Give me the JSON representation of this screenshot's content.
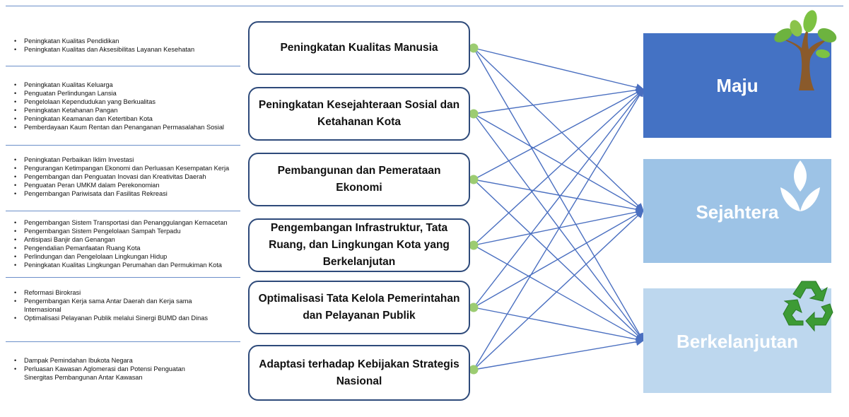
{
  "groups": [
    {
      "items": [
        "Peningkatan Kualitas Pendidikan",
        "Peningkatan Kualitas dan Aksesibilitas Layanan Kesehatan"
      ]
    },
    {
      "items": [
        "Peningkatan Kualitas Keluarga",
        "Penguatan Perlindungan Lansia",
        "Pengelolaan Kependudukan yang Berkualitas",
        "Peningkatan Ketahanan Pangan",
        "Peningkatan Keamanan dan Ketertiban Kota",
        "Pemberdayaan Kaum Rentan dan Penanganan Permasalahan Sosial"
      ]
    },
    {
      "items": [
        "Peningkatan Perbaikan Iklim Investasi",
        "Pengurangan Ketimpangan Ekonomi dan Perluasan Kesempatan Kerja",
        "Pengembangan dan Penguatan Inovasi dan Kreativitas Daerah",
        "Penguatan Peran UMKM dalam Perekonomian",
        "Pengembangan Pariwisata dan Fasilitas Rekreasi"
      ]
    },
    {
      "items": [
        "Pengembangan Sistem Transportasi dan Penanggulangan Kemacetan",
        "Pengembangan Sistem Pengelolaan Sampah Terpadu",
        "Antisipasi Banjir dan Genangan",
        "Pengendalian Pemanfaatan Ruang Kota",
        "Perlindungan dan Pengelolaan Lingkungan Hidup",
        "Peningkatan Kualitas Lingkungan Perumahan dan Permukiman Kota"
      ]
    },
    {
      "items": [
        "Reformasi Birokrasi",
        "Pengembangan Kerja sama Antar Daerah dan Kerja sama Internasional",
        "Optimalisasi Pelayanan Publik melalui Sinergi BUMD dan Dinas"
      ]
    },
    {
      "items": [
        "Dampak Pemindahan Ibukota Negara",
        "Perluasan Kawasan Aglomerasi dan Potensi Penguatan Sinergitas Pembangunan Antar Kawasan"
      ]
    }
  ],
  "pillars": [
    "Peningkatan Kualitas Manusia",
    "Peningkatan Kesejahteraan Sosial dan Ketahanan Kota",
    "Pembangunan dan Pemerataan Ekonomi",
    "Pengembangan Infrastruktur, Tata Ruang, dan Lingkungan Kota yang Berkelanjutan",
    "Optimalisasi Tata Kelola Pemerintahan dan Pelayanan Publik",
    "Adaptasi terhadap Kebijakan Strategis Nasional"
  ],
  "outcomes": [
    "Maju",
    "Sejahtera",
    "Berkelanjutan"
  ],
  "colors": {
    "line": "#6b8fc9",
    "box_border": "#2e4a7a",
    "node": "#9ccc72",
    "arrow": "#4a6fc0",
    "maju": "#4472c4",
    "sejahtera": "#9dc3e6",
    "berkelanjutan": "#bdd7ee"
  },
  "icons": {
    "maju": "tree-icon",
    "sejahtera": "leaves-icon",
    "berkelanjutan": "recycle-icon"
  }
}
